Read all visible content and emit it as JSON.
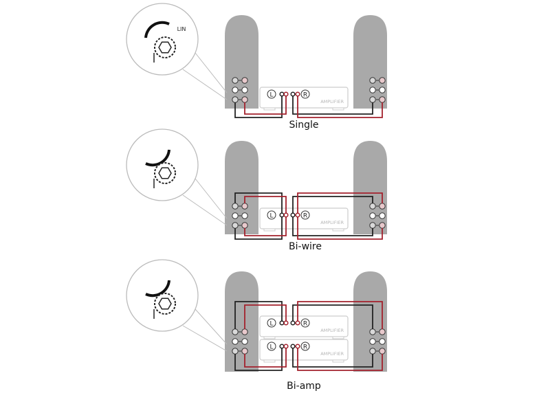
{
  "panels": [
    {
      "label": "Single",
      "config": "single",
      "knob_label": "LIN",
      "knob_direction": "clockwise"
    },
    {
      "label": "Bi-wire",
      "config": "biwire",
      "knob_label": "",
      "knob_direction": "counterclockwise"
    },
    {
      "label": "Bi-amp",
      "config": "biamp",
      "knob_label": "",
      "knob_direction": "counterclockwise"
    }
  ],
  "amplifier": {
    "left_label": "L",
    "right_label": "R",
    "name": "AMPLIFIER"
  },
  "colors": {
    "speaker": "#a9a9a9",
    "negative_wire": "#222222",
    "positive_wire": "#a3202c",
    "outline": "#cccccc"
  }
}
